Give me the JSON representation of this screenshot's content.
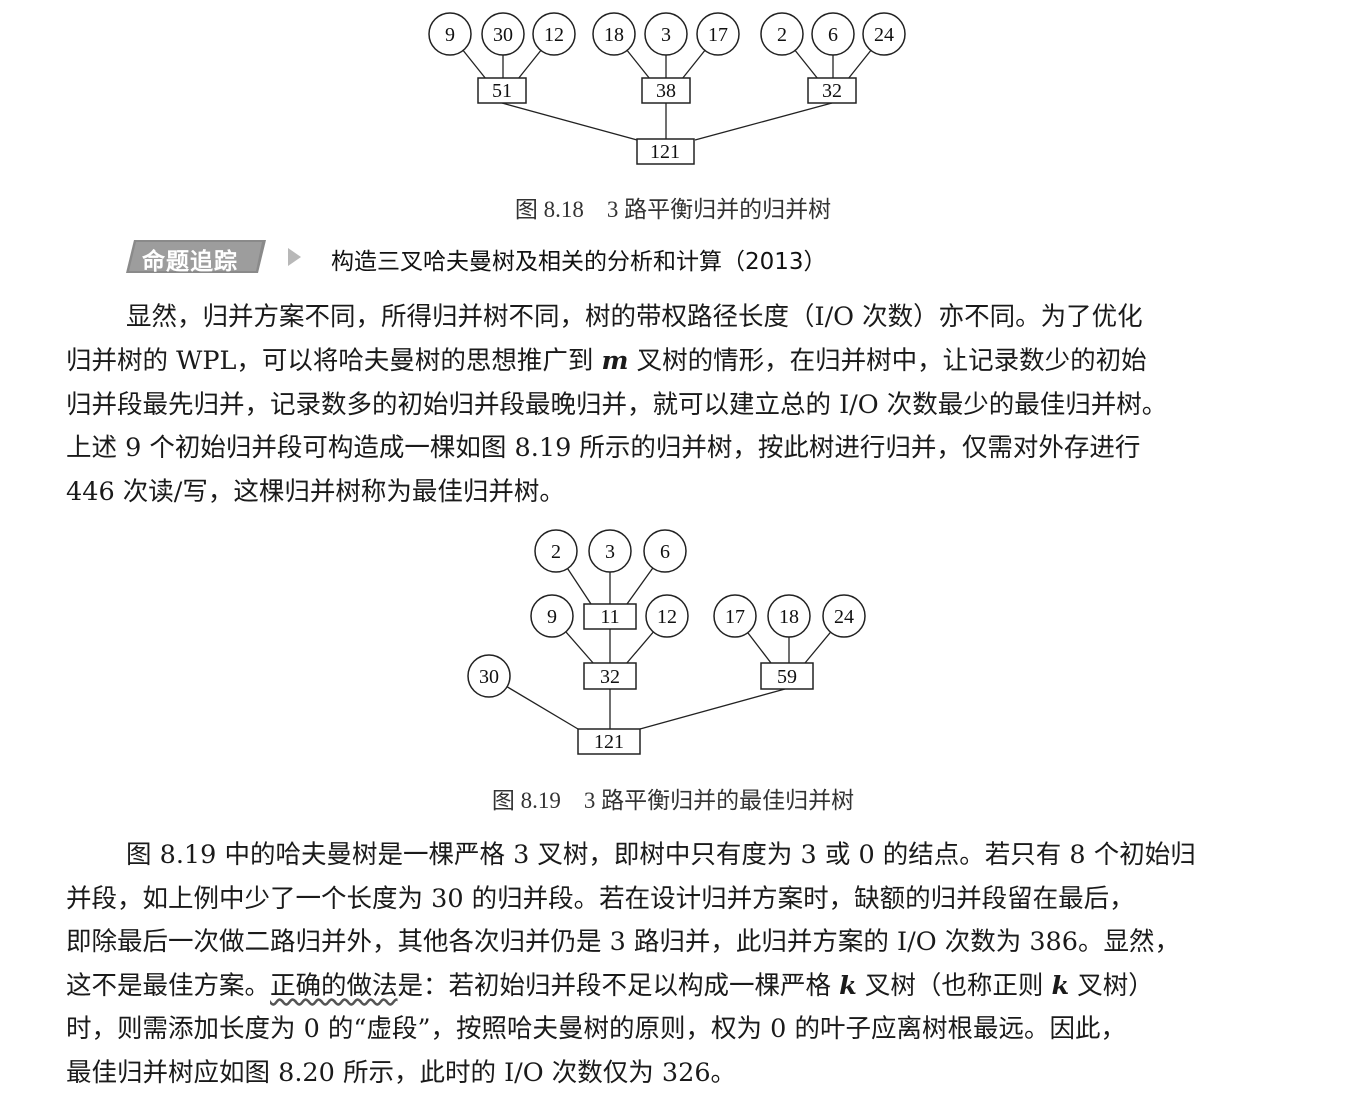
{
  "figure_818": {
    "leaves": [
      "9",
      "30",
      "12",
      "18",
      "3",
      "17",
      "2",
      "6",
      "24"
    ],
    "internal": [
      "51",
      "38",
      "32"
    ],
    "root": "121",
    "caption": "图 8.18    3 路平衡归并的归并树"
  },
  "topic_tag": {
    "badge": "命题追踪",
    "title": "构造三叉哈夫曼树及相关的分析和计算（2013）"
  },
  "paragraph1": {
    "line1": "显然，归并方案不同，所得归并树不同，树的带权路径长度（I/O  次数）亦不同。为了优化",
    "line2a": "归并树的 WPL，可以将哈夫曼树的思想推广到 ",
    "line2var": "m",
    "line2b": " 叉树的情形，在归并树中，让记录数少的初始",
    "line3": "归并段最先归并，记录数多的初始归并段最晚归并，就可以建立总的 I/O 次数最少的最佳归并树。",
    "line4": "上述  9  个初始归并段可构造成一棵如图  8.19  所示的归并树，按此树进行归并，仅需对外存进行",
    "line5": "446 次读/写，这棵归并树称为最佳归并树。"
  },
  "figure_819": {
    "top_leaves": [
      "2",
      "3",
      "6"
    ],
    "mid_leaves": [
      "9",
      "12",
      "17",
      "18",
      "24"
    ],
    "node_11": "11",
    "leaf_30": "30",
    "node_32": "32",
    "node_59": "59",
    "root": "121",
    "caption": "图 8.19    3 路平衡归并的最佳归并树"
  },
  "paragraph2": {
    "line1": "图 8.19 中的哈夫曼树是一棵严格 3 叉树，即树中只有度为 3 或 0 的结点。若只有 8 个初始归",
    "line2": "并段，如上例中少了一个长度为  30  的归并段。若在设计归并方案时，缺额的归并段留在最后，",
    "line3": "即除最后一次做二路归并外，其他各次归并仍是 3 路归并，此归并方案的 I/O 次数为 386。显然，",
    "line4a": "这不是最佳方案。",
    "line4u": "正确的做法",
    "line4b": "是：若初始归并段不足以构成一棵严格 ",
    "line4k1": "k",
    "line4c": " 叉树（也称正则 ",
    "line4k2": "k",
    "line4d": " 叉树）",
    "line5": "时，则需添加长度为  0  的“虚段”，按照哈夫曼树的原则，权为  0  的叶子应离树根最远。因此，",
    "line6": "最佳归并树应如图 8.20 所示，此时的 I/O 次数仅为 326。"
  }
}
